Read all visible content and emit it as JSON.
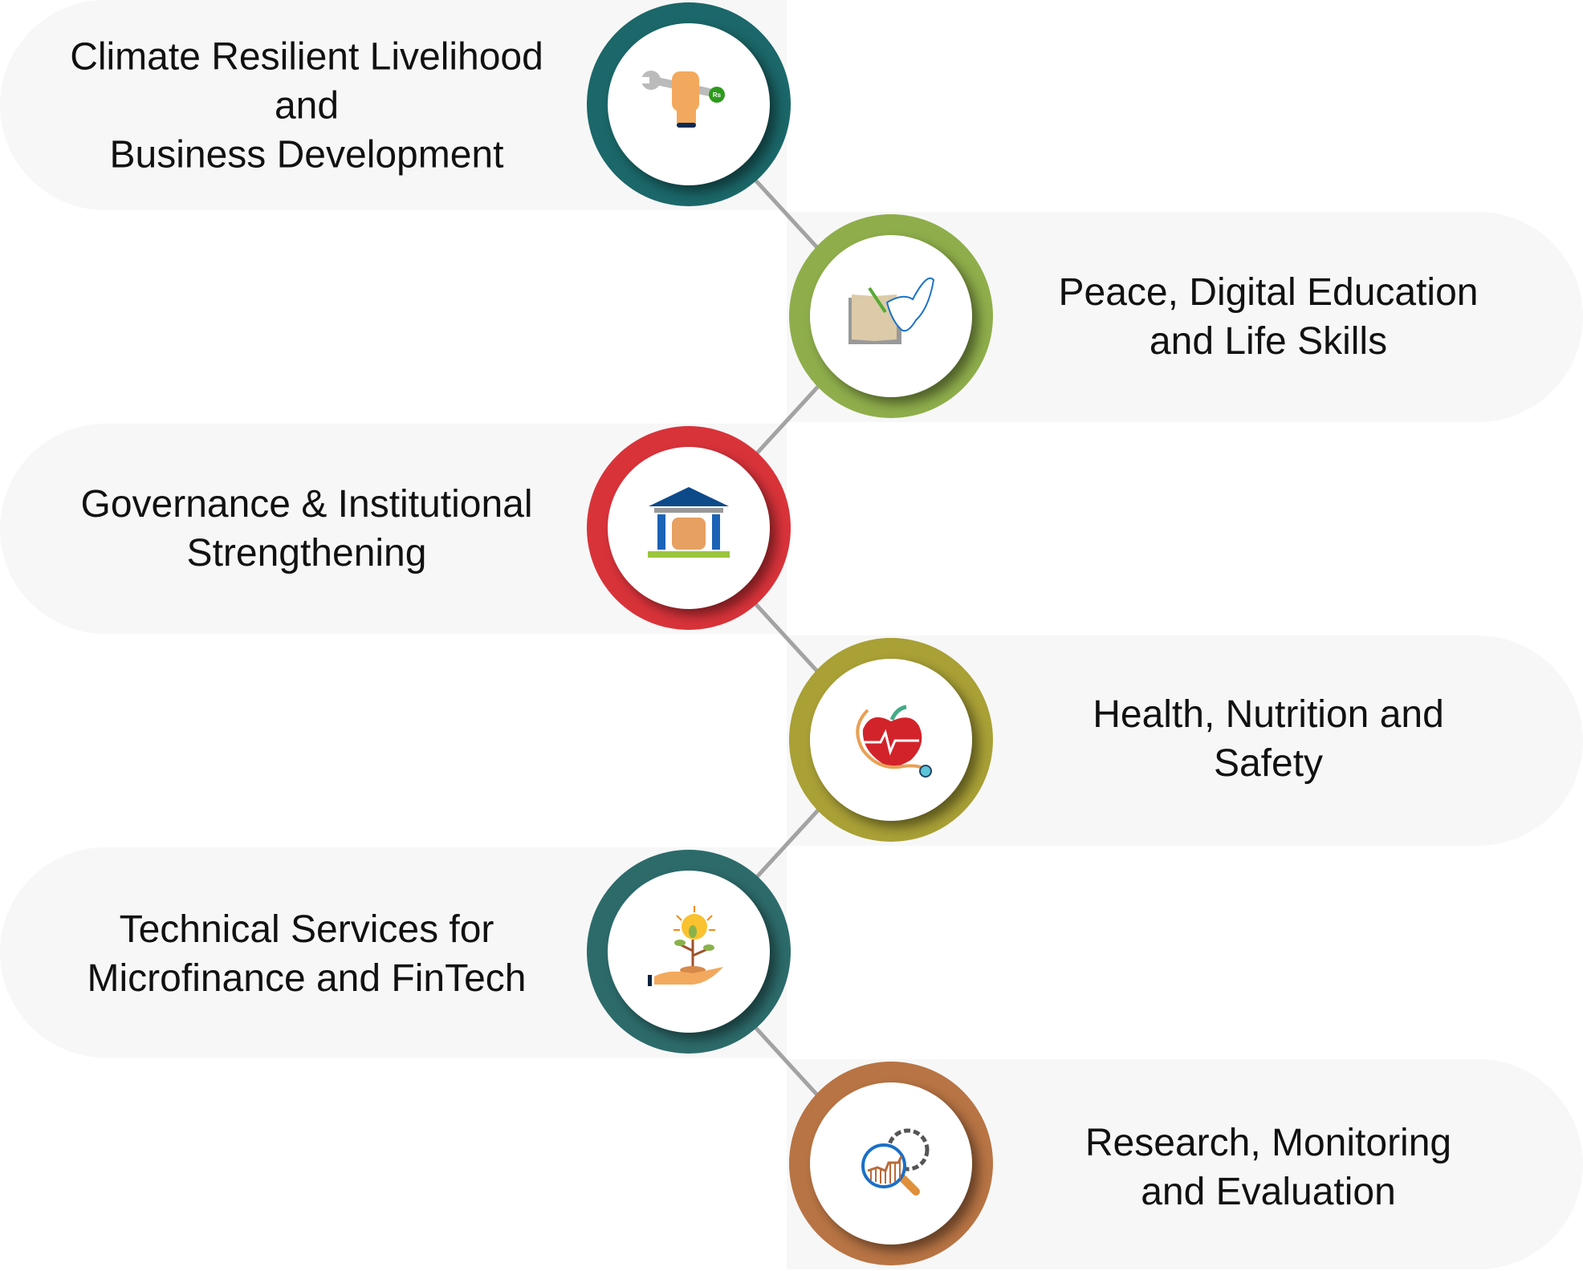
{
  "items": [
    {
      "label": "Climate Resilient Livelihood\nand\nBusiness Development",
      "color": "#1b6769",
      "icon": "wrench-fist-icon",
      "badge": "Rs"
    },
    {
      "label": "Peace, Digital Education\nand Life Skills",
      "color": "#8fae4b",
      "icon": "book-dove-icon"
    },
    {
      "label": "Governance &  Institutional\nStrengthening",
      "color": "#d9333a",
      "icon": "institution-fist-icon"
    },
    {
      "label": "Health, Nutrition and\nSafety",
      "color": "#a9a036",
      "icon": "apple-stethoscope-icon"
    },
    {
      "label": "Technical Services for\nMicrofinance and FinTech",
      "color": "#2d6b6b",
      "icon": "hand-plant-icon"
    },
    {
      "label": "Research, Monitoring\nand Evaluation",
      "color": "#b87444",
      "icon": "magnifier-gear-icon"
    }
  ]
}
